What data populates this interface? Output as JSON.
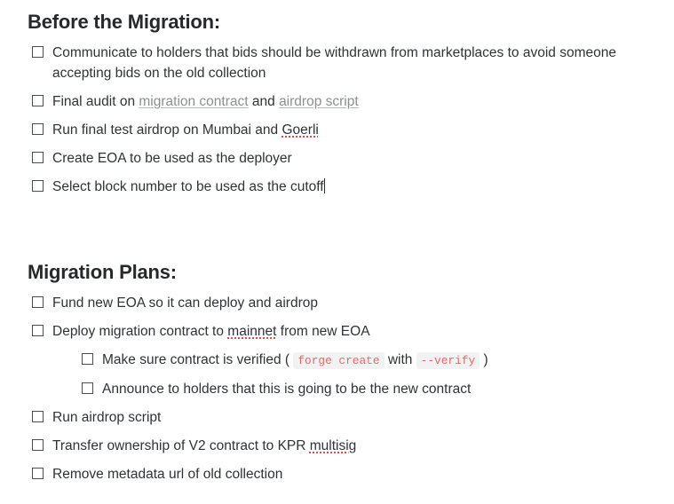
{
  "document": {
    "sections": [
      {
        "heading": "Before the Migration:",
        "items": [
          {
            "id": "communicate-holders-withdraw-bids",
            "text": "Communicate to holders that bids should be withdrawn from marketplaces to avoid someone accepting bids on the old collection",
            "checked": false
          },
          {
            "id": "final-audit",
            "text_before": "Final audit on ",
            "link1": "migration contract",
            "text_middle": " and ",
            "link2": "airdrop script",
            "checked": false
          },
          {
            "id": "run-final-test-airdrop",
            "text_before": "Run final test airdrop on Mumbai and ",
            "misspelled": "Goerli",
            "checked": false
          },
          {
            "id": "create-eoa-deployer",
            "text": "Create EOA to be used as the deployer",
            "checked": false
          },
          {
            "id": "select-block-number-cutoff",
            "text": "Select block number to be used as the cutoff",
            "checked": false,
            "has_caret": true
          }
        ]
      },
      {
        "heading": "Migration Plans:",
        "items": [
          {
            "id": "fund-new-eoa",
            "text": "Fund new EOA so it can deploy and airdrop",
            "checked": false
          },
          {
            "id": "deploy-migration-contract",
            "text_before": "Deploy migration contract to ",
            "misspelled": "mainnet",
            "text_after": " from new EOA",
            "checked": false,
            "subitems": [
              {
                "id": "make-sure-contract-verified",
                "text_before": "Make sure contract is verified ( ",
                "code1": "forge create",
                "text_middle": " with ",
                "code2": "--verify",
                "text_after": " )",
                "checked": false
              },
              {
                "id": "announce-to-holders",
                "text": "Announce to holders that this is going to be the new contract",
                "checked": false
              }
            ]
          },
          {
            "id": "run-airdrop-script",
            "text": "Run airdrop script",
            "checked": false
          },
          {
            "id": "transfer-ownership-v2",
            "text_before": "Transfer ownership of V2 contract to KPR ",
            "misspelled": "multisig",
            "checked": false
          },
          {
            "id": "remove-metadata-url",
            "text": "Remove metadata url of old collection",
            "checked": false
          }
        ]
      }
    ]
  },
  "colors": {
    "text": "#2f3337",
    "heading": "#26292c",
    "link": "#8b8f93",
    "code_text": "#e8696c",
    "code_background": "#f2f2f2",
    "spellcheck_underline": "#e5484d",
    "checkbox_border": "#4a4d50",
    "page_background": "#ffffff"
  }
}
